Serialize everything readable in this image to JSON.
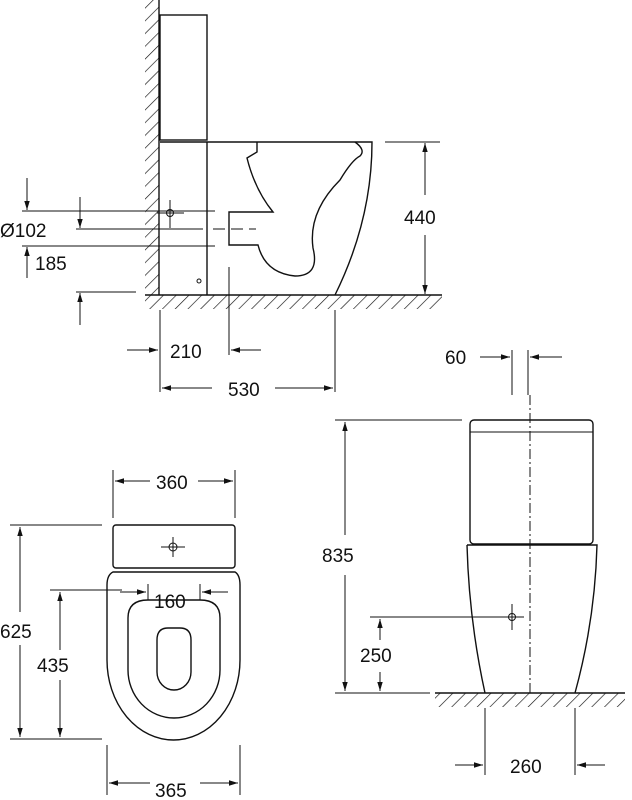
{
  "side_view": {
    "diameter_label": "Ø102",
    "outlet_height_label": "185",
    "height_label": "440",
    "outlet_setback_label": "210",
    "depth_label": "530"
  },
  "top_view": {
    "tank_width_label": "360",
    "overall_depth_label": "625",
    "bowl_depth_label": "435",
    "fixing_spacing_label": "160",
    "bowl_width_label": "365"
  },
  "front_view": {
    "offset_label": "60",
    "overall_height_label": "835",
    "fixing_height_label": "250",
    "base_width_label": "260"
  }
}
